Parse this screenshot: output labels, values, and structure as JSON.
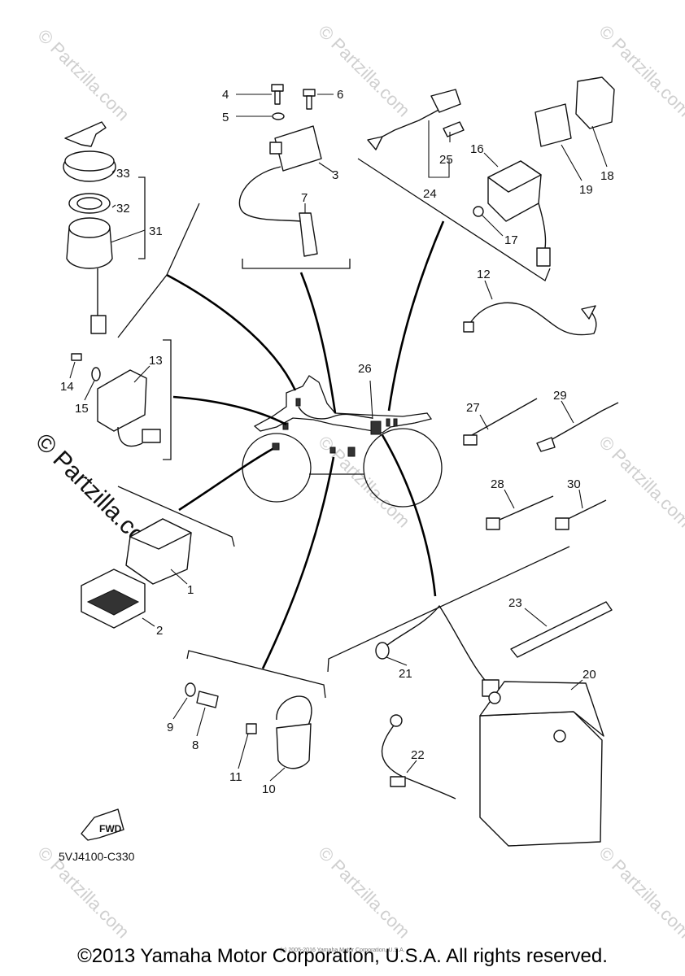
{
  "callouts": [
    "1",
    "2",
    "3",
    "4",
    "5",
    "6",
    "7",
    "8",
    "9",
    "10",
    "11",
    "12",
    "13",
    "14",
    "15",
    "16",
    "17",
    "18",
    "19",
    "20",
    "21",
    "22",
    "23",
    "24",
    "25",
    "26",
    "27",
    "28",
    "29",
    "30",
    "31",
    "32",
    "33"
  ],
  "watermark": "© Partzilla.com",
  "fwd_label": "FWD",
  "diagram_code": "5VJ4100-C330",
  "copyright": "©2013 Yamaha Motor Corporation, U.S.A. All rights reserved.",
  "small_credit": "(c) 2005-2016 Yamaha Motor Corporation, U.S.A."
}
